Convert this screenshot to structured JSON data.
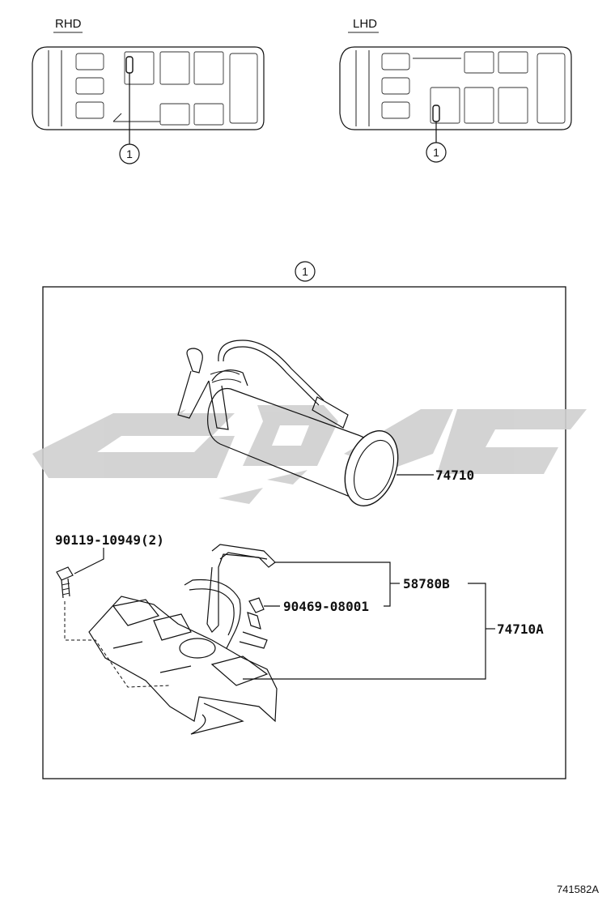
{
  "views": {
    "rhd": {
      "label": "RHD",
      "callout": "1"
    },
    "lhd": {
      "label": "LHD",
      "callout": "1"
    }
  },
  "detail": {
    "callout": "1"
  },
  "parts": {
    "extinguisher": "74710",
    "bolt": "90119-10949(2)",
    "bracket_sub": "58780B",
    "clip": "90469-08001",
    "bracket_assy": "74710A"
  },
  "watermark": {
    "color": "#cfcfcf"
  },
  "figure_code": "741582A"
}
